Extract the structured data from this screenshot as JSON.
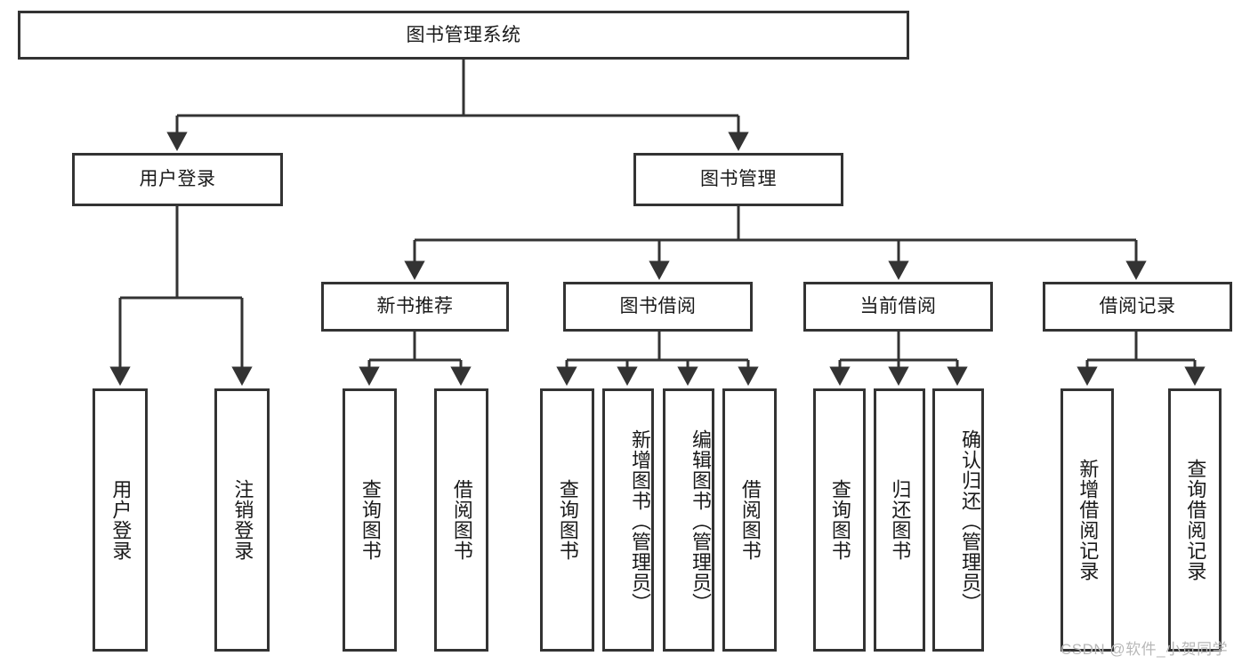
{
  "diagram": {
    "title": "图书管理系统",
    "type": "hierarchy-tree",
    "root": {
      "label": "图书管理系统",
      "orientation": "horizontal"
    },
    "level2": [
      {
        "label": "用户登录",
        "orientation": "horizontal"
      },
      {
        "label": "图书管理",
        "orientation": "horizontal"
      }
    ],
    "level3": [
      {
        "label": "新书推荐",
        "orientation": "horizontal",
        "parent": "图书管理"
      },
      {
        "label": "图书借阅",
        "orientation": "horizontal",
        "parent": "图书管理"
      },
      {
        "label": "当前借阅",
        "orientation": "horizontal",
        "parent": "图书管理"
      },
      {
        "label": "借阅记录",
        "orientation": "horizontal",
        "parent": "图书管理"
      }
    ],
    "leaves": {
      "user_login": [
        {
          "label": "用户登录",
          "orientation": "vertical"
        },
        {
          "label": "注销登录",
          "orientation": "vertical"
        }
      ],
      "new_book_recommend": [
        {
          "label": "查询图书",
          "orientation": "vertical"
        },
        {
          "label": "借阅图书",
          "orientation": "vertical"
        }
      ],
      "book_borrow": [
        {
          "label": "查询图书",
          "orientation": "vertical"
        },
        {
          "label": "新增图书（管理员）",
          "orientation": "vertical"
        },
        {
          "label": "编辑图书（管理员）",
          "orientation": "vertical"
        },
        {
          "label": "借阅图书",
          "orientation": "vertical"
        }
      ],
      "current_borrow": [
        {
          "label": "查询图书",
          "orientation": "vertical"
        },
        {
          "label": "归还图书",
          "orientation": "vertical"
        },
        {
          "label": "确认归还（管理员）",
          "orientation": "vertical"
        }
      ],
      "borrow_record": [
        {
          "label": "新增借阅记录",
          "orientation": "vertical"
        },
        {
          "label": "查询借阅记录",
          "orientation": "vertical"
        }
      ]
    },
    "watermark": "CSDN @软件_小贺同学",
    "colors": {
      "background": "#ffffff",
      "stroke": "#333333",
      "text": "#1a1a1a",
      "watermark": "#b8b8b8"
    }
  }
}
